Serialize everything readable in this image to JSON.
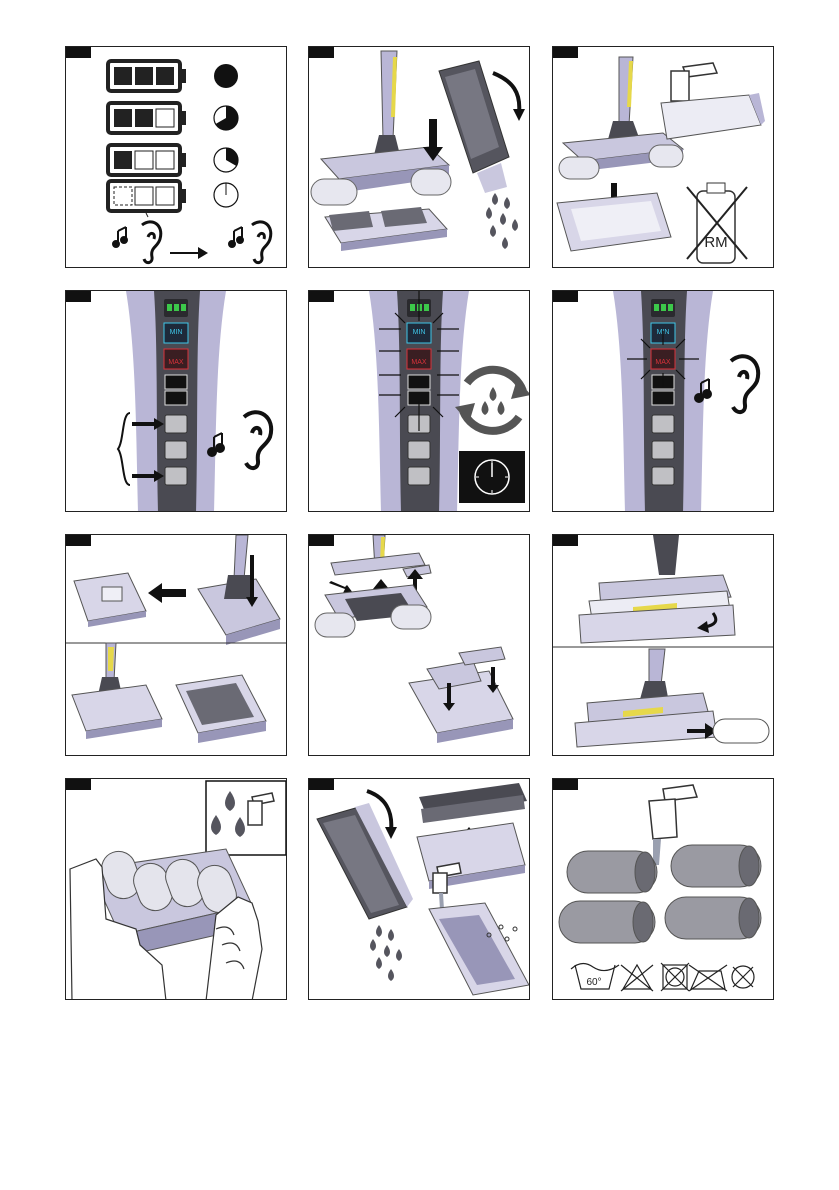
{
  "panels": {
    "p1": {
      "icons": [
        "battery-full-icon",
        "battery-two-thirds-icon",
        "battery-one-third-icon",
        "battery-empty-icon",
        "pie-full-icon",
        "pie-two-thirds-icon",
        "pie-one-third-icon",
        "pie-empty-icon",
        "ear-sound-icon",
        "arrow-right-icon"
      ]
    },
    "p3": {
      "bottle_label": "RM"
    },
    "p4": {
      "min_label": "MIN",
      "max_label": "MAX"
    },
    "p5": {
      "min_label": "MIN",
      "max_label": "MAX"
    },
    "p6": {
      "min_label": "MIN",
      "max_label": "MAX"
    },
    "p12": {
      "wash_temp": "60°"
    }
  },
  "colors": {
    "device_lavender": "#b9b6d6",
    "handle_dark": "#4a4a52",
    "accent_yellow": "#e6d84a",
    "led_green": "#3cc84a",
    "min_cyan": "#3fc6e8",
    "max_red": "#d8323a"
  }
}
